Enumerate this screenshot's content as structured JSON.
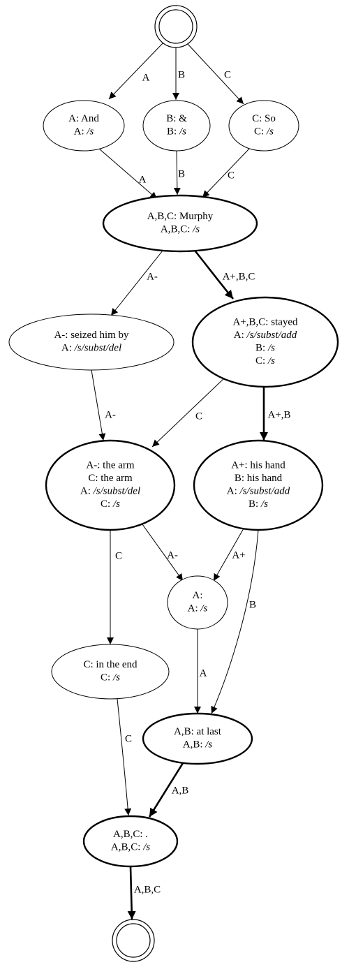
{
  "nodes": [
    {
      "id": "start",
      "type": "terminal",
      "lines": []
    },
    {
      "id": "n1",
      "bold": false,
      "lines": [
        [
          {
            "t": "A: And"
          }
        ],
        [
          {
            "t": "A: "
          },
          {
            "t": "/s",
            "i": true
          }
        ]
      ]
    },
    {
      "id": "n2",
      "bold": false,
      "lines": [
        [
          {
            "t": "B: &"
          }
        ],
        [
          {
            "t": "B: "
          },
          {
            "t": "/s",
            "i": true
          }
        ]
      ]
    },
    {
      "id": "n3",
      "bold": false,
      "lines": [
        [
          {
            "t": "C: So"
          }
        ],
        [
          {
            "t": "C: "
          },
          {
            "t": "/s",
            "i": true
          }
        ]
      ]
    },
    {
      "id": "n4",
      "bold": true,
      "lines": [
        [
          {
            "t": "A,B,C: Murphy"
          }
        ],
        [
          {
            "t": "A,B,C: "
          },
          {
            "t": "/s",
            "i": true
          }
        ]
      ]
    },
    {
      "id": "n5",
      "bold": false,
      "lines": [
        [
          {
            "t": "A-: seized him by"
          }
        ],
        [
          {
            "t": "A: "
          },
          {
            "t": "/s/subst/del",
            "i": true
          }
        ]
      ]
    },
    {
      "id": "n6",
      "bold": true,
      "lines": [
        [
          {
            "t": "A+,B,C: stayed"
          }
        ],
        [
          {
            "t": "A: "
          },
          {
            "t": "/s/subst/add",
            "i": true
          }
        ],
        [
          {
            "t": "B: "
          },
          {
            "t": "/s",
            "i": true
          }
        ],
        [
          {
            "t": "C: "
          },
          {
            "t": "/s",
            "i": true
          }
        ]
      ]
    },
    {
      "id": "n7",
      "bold": true,
      "lines": [
        [
          {
            "t": "A-: the arm"
          }
        ],
        [
          {
            "t": "C: the arm"
          }
        ],
        [
          {
            "t": "A: "
          },
          {
            "t": "/s/subst/del",
            "i": true
          }
        ],
        [
          {
            "t": "C: "
          },
          {
            "t": "/s",
            "i": true
          }
        ]
      ]
    },
    {
      "id": "n8",
      "bold": true,
      "lines": [
        [
          {
            "t": "A+: his hand"
          }
        ],
        [
          {
            "t": "B: his hand"
          }
        ],
        [
          {
            "t": "A: "
          },
          {
            "t": "/s/subst/add",
            "i": true
          }
        ],
        [
          {
            "t": "B: "
          },
          {
            "t": "/s",
            "i": true
          }
        ]
      ]
    },
    {
      "id": "n9",
      "bold": false,
      "lines": [
        [
          {
            "t": "A:"
          }
        ],
        [
          {
            "t": "A: "
          },
          {
            "t": "/s",
            "i": true
          }
        ]
      ]
    },
    {
      "id": "n10",
      "bold": false,
      "lines": [
        [
          {
            "t": "C: in the end"
          }
        ],
        [
          {
            "t": "C: "
          },
          {
            "t": "/s",
            "i": true
          }
        ]
      ]
    },
    {
      "id": "n11",
      "bold": true,
      "lines": [
        [
          {
            "t": "A,B: at last"
          }
        ],
        [
          {
            "t": "A,B: "
          },
          {
            "t": "/s",
            "i": true
          }
        ]
      ]
    },
    {
      "id": "n12",
      "bold": true,
      "lines": [
        [
          {
            "t": "A,B,C: ."
          }
        ],
        [
          {
            "t": "A,B,C: "
          },
          {
            "t": "/s",
            "i": true
          }
        ]
      ]
    },
    {
      "id": "end",
      "type": "terminal",
      "lines": []
    }
  ],
  "edges": [
    {
      "id": "e1",
      "from": "start",
      "to": "n1",
      "label": "A",
      "bold": false
    },
    {
      "id": "e2",
      "from": "start",
      "to": "n2",
      "label": "B",
      "bold": false
    },
    {
      "id": "e3",
      "from": "start",
      "to": "n3",
      "label": "C",
      "bold": false
    },
    {
      "id": "e4",
      "from": "n1",
      "to": "n4",
      "label": "A",
      "bold": false
    },
    {
      "id": "e5",
      "from": "n2",
      "to": "n4",
      "label": "B",
      "bold": false
    },
    {
      "id": "e6",
      "from": "n3",
      "to": "n4",
      "label": "C",
      "bold": false
    },
    {
      "id": "e7",
      "from": "n4",
      "to": "n5",
      "label": "A-",
      "bold": false
    },
    {
      "id": "e8",
      "from": "n4",
      "to": "n6",
      "label": "A+,B,C",
      "bold": true
    },
    {
      "id": "e9",
      "from": "n5",
      "to": "n7",
      "label": "A-",
      "bold": false
    },
    {
      "id": "e10",
      "from": "n6",
      "to": "n7",
      "label": "C",
      "bold": false
    },
    {
      "id": "e11",
      "from": "n6",
      "to": "n8",
      "label": "A+,B",
      "bold": true
    },
    {
      "id": "e12",
      "from": "n7",
      "to": "n10",
      "label": "C",
      "bold": false
    },
    {
      "id": "e13",
      "from": "n7",
      "to": "n9",
      "label": "A-",
      "bold": false
    },
    {
      "id": "e14",
      "from": "n8",
      "to": "n9",
      "label": "A+",
      "bold": false
    },
    {
      "id": "e15",
      "from": "n8",
      "to": "n11",
      "label": "B",
      "bold": false
    },
    {
      "id": "e16",
      "from": "n9",
      "to": "n11",
      "label": "A",
      "bold": false
    },
    {
      "id": "e17",
      "from": "n10",
      "to": "n12",
      "label": "C",
      "bold": false
    },
    {
      "id": "e18",
      "from": "n11",
      "to": "n12",
      "label": "A,B",
      "bold": true
    },
    {
      "id": "e19",
      "from": "n12",
      "to": "end",
      "label": "A,B,C",
      "bold": true
    }
  ]
}
